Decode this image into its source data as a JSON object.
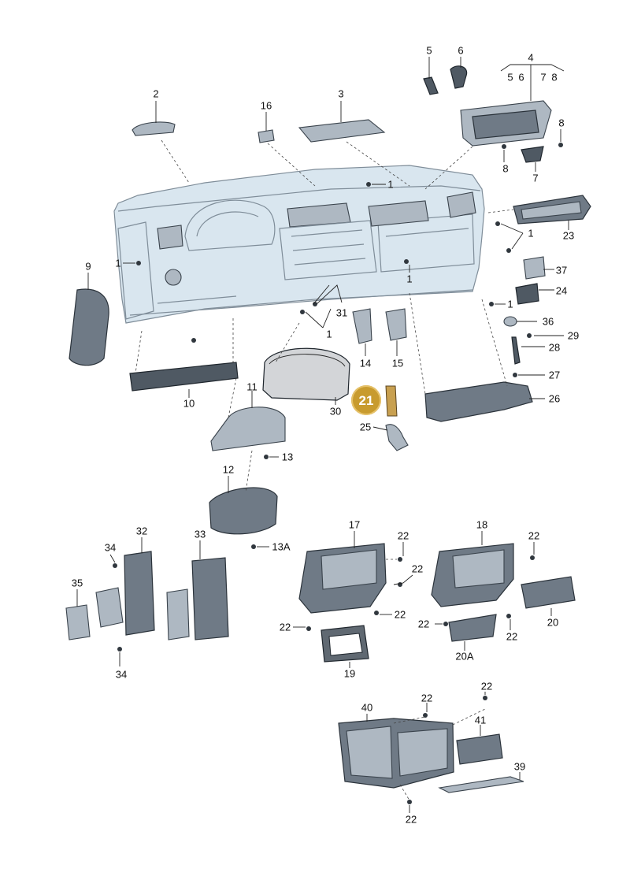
{
  "callouts": [
    {
      "id": "c-5",
      "text": "5"
    },
    {
      "id": "c-6",
      "text": "6"
    },
    {
      "id": "c-4",
      "text": "4"
    },
    {
      "id": "c-4-5",
      "text": "5"
    },
    {
      "id": "c-4-6",
      "text": "6"
    },
    {
      "id": "c-4-7",
      "text": "7"
    },
    {
      "id": "c-4-8",
      "text": "8"
    },
    {
      "id": "c-2",
      "text": "2"
    },
    {
      "id": "c-16",
      "text": "16"
    },
    {
      "id": "c-3",
      "text": "3"
    },
    {
      "id": "c-8a",
      "text": "8"
    },
    {
      "id": "c-8b",
      "text": "8"
    },
    {
      "id": "c-7",
      "text": "7"
    },
    {
      "id": "c-1a",
      "text": "1"
    },
    {
      "id": "c-1b",
      "text": "1"
    },
    {
      "id": "c-23",
      "text": "23"
    },
    {
      "id": "c-9",
      "text": "9"
    },
    {
      "id": "c-1c",
      "text": "1"
    },
    {
      "id": "c-1d",
      "text": "1"
    },
    {
      "id": "c-37",
      "text": "37"
    },
    {
      "id": "c-24",
      "text": "24"
    },
    {
      "id": "c-1e",
      "text": "1"
    },
    {
      "id": "c-31",
      "text": "31"
    },
    {
      "id": "c-1f",
      "text": "1"
    },
    {
      "id": "c-36",
      "text": "36"
    },
    {
      "id": "c-29",
      "text": "29"
    },
    {
      "id": "c-28",
      "text": "28"
    },
    {
      "id": "c-14",
      "text": "14"
    },
    {
      "id": "c-15",
      "text": "15"
    },
    {
      "id": "c-27",
      "text": "27"
    },
    {
      "id": "c-10",
      "text": "10"
    },
    {
      "id": "c-11",
      "text": "11"
    },
    {
      "id": "c-30",
      "text": "30"
    },
    {
      "id": "c-21",
      "text": "21",
      "highlight": true
    },
    {
      "id": "c-26",
      "text": "26"
    },
    {
      "id": "c-25",
      "text": "25"
    },
    {
      "id": "c-13",
      "text": "13"
    },
    {
      "id": "c-12",
      "text": "12"
    },
    {
      "id": "c-13A",
      "text": "13A"
    },
    {
      "id": "c-32",
      "text": "32"
    },
    {
      "id": "c-34a",
      "text": "34"
    },
    {
      "id": "c-33",
      "text": "33"
    },
    {
      "id": "c-35",
      "text": "35"
    },
    {
      "id": "c-34b",
      "text": "34"
    },
    {
      "id": "c-17",
      "text": "17"
    },
    {
      "id": "c-22a",
      "text": "22"
    },
    {
      "id": "c-22b",
      "text": "22"
    },
    {
      "id": "c-22c",
      "text": "22"
    },
    {
      "id": "c-22d",
      "text": "22"
    },
    {
      "id": "c-19",
      "text": "19"
    },
    {
      "id": "c-18",
      "text": "18"
    },
    {
      "id": "c-22e",
      "text": "22"
    },
    {
      "id": "c-22f",
      "text": "22"
    },
    {
      "id": "c-22g",
      "text": "22"
    },
    {
      "id": "c-20",
      "text": "20"
    },
    {
      "id": "c-20A",
      "text": "20A"
    },
    {
      "id": "c-22h",
      "text": "22"
    },
    {
      "id": "c-22i",
      "text": "22"
    },
    {
      "id": "c-40",
      "text": "40"
    },
    {
      "id": "c-41",
      "text": "41"
    },
    {
      "id": "c-39",
      "text": "39"
    },
    {
      "id": "c-22j",
      "text": "22"
    }
  ]
}
